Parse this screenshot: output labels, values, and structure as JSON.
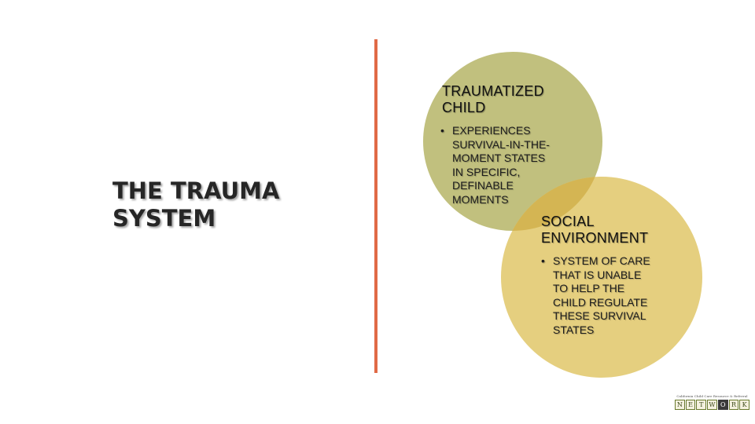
{
  "slide": {
    "title": "THE TRAUMA\nSYSTEM"
  },
  "colors": {
    "divider": "#e06a46",
    "child_circle": "#c1c07e",
    "environment_circle": "#e5cf7f",
    "overlap": "#d4b553"
  },
  "circles": [
    {
      "heading": "TRAUMATIZED\nCHILD",
      "bullets": [
        "EXPERIENCES\nSURVIVAL-IN-THE-\nMOMENT STATES\nIN SPECIFIC,\nDEFINABLE\nMOMENTS"
      ]
    },
    {
      "heading": "SOCIAL\nENVIRONMENT",
      "bullets": [
        "SYSTEM OF CARE\nTHAT IS UNABLE\nTO HELP THE\nCHILD REGULATE\nTHESE SURVIVAL\nSTATES"
      ]
    }
  ],
  "logo": {
    "caption": "California Child Care Resource & Referral",
    "letters": [
      "N",
      "E",
      "T",
      "W",
      "O",
      "R",
      "K"
    ]
  }
}
